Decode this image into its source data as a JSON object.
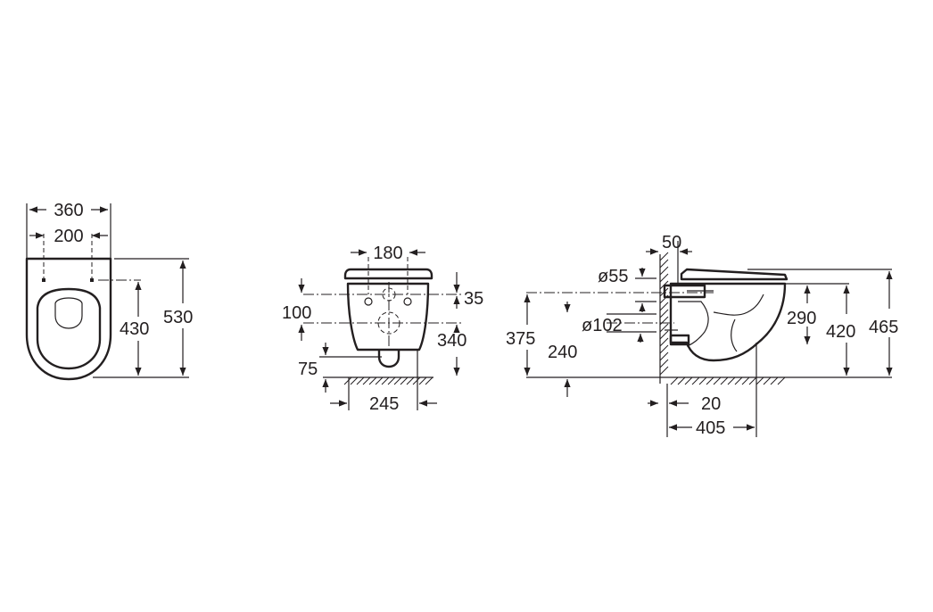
{
  "drawing": {
    "top_view": {
      "dimensions": [
        "360",
        "200",
        "430",
        "530"
      ]
    },
    "front_view": {
      "dimensions": [
        "180",
        "100",
        "35",
        "340",
        "75",
        "245"
      ]
    },
    "side_view": {
      "dimensions": [
        "50",
        "ø55",
        "ø102",
        "375",
        "240",
        "290",
        "420",
        "465",
        "20",
        "405"
      ]
    },
    "line_color": "#231f20"
  }
}
